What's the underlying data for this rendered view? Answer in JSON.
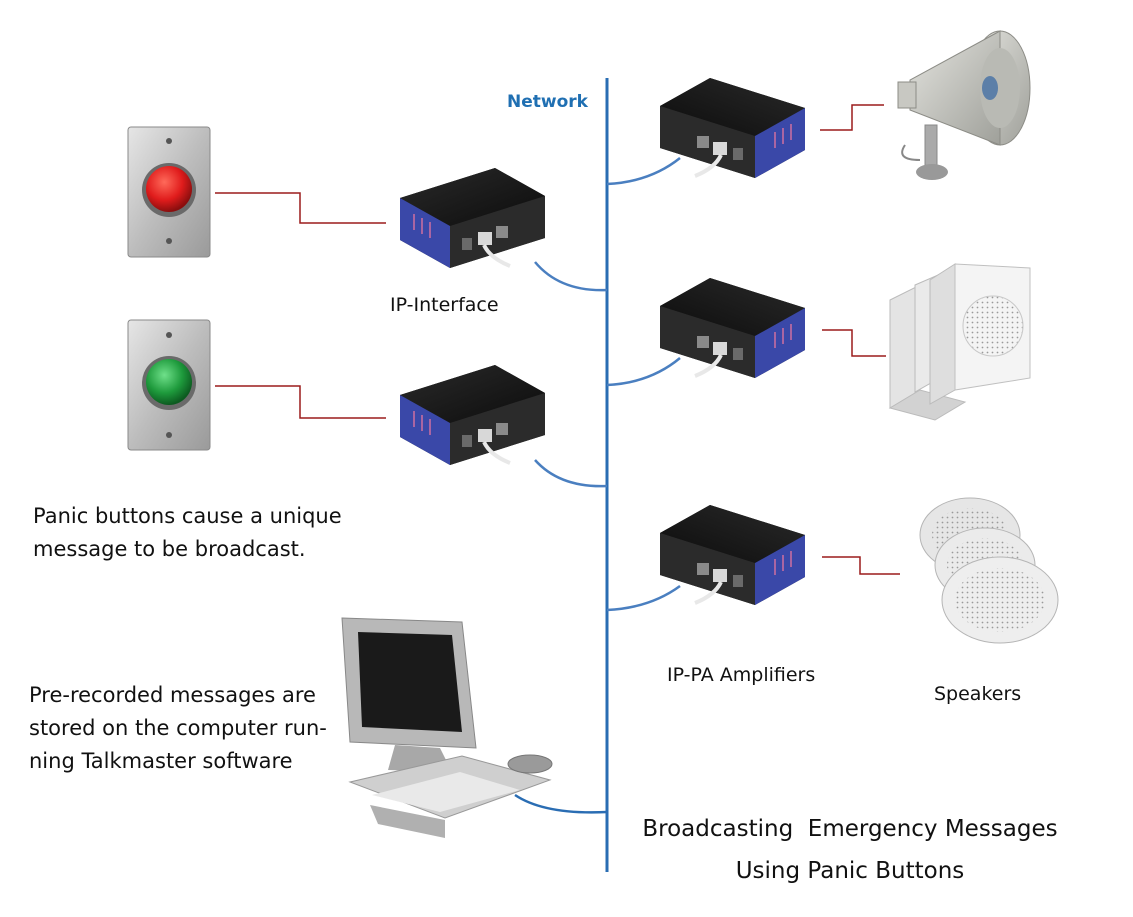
{
  "labels": {
    "network": "Network",
    "ip_interface": "IP-Interface",
    "amplifiers": "IP-PA Amplifiers",
    "speakers": "Speakers"
  },
  "notes": {
    "panic_line1": "Panic buttons cause a unique",
    "panic_line2": "message to be broadcast.",
    "prerec_line1": "Pre-recorded messages are",
    "prerec_line2": "stored on the computer run-",
    "prerec_line3": "ning Talkmaster software"
  },
  "title": {
    "line1": "Broadcasting  Emergency Messages",
    "line2": "Using Panic Buttons"
  },
  "colors": {
    "network": "#2a6db3",
    "wire": "#9b1c1c",
    "red_button": "#e02020",
    "green_button": "#1e9a3c"
  }
}
